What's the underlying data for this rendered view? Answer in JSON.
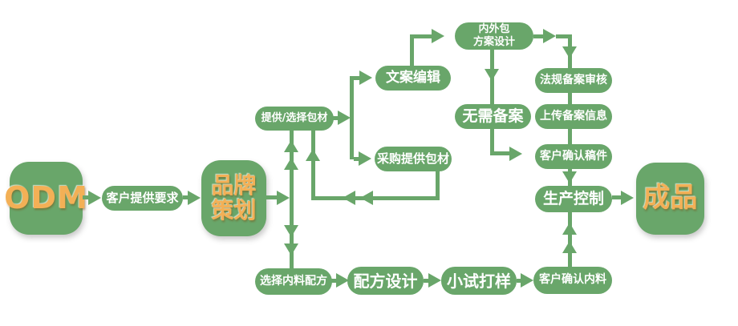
{
  "diagram": {
    "title_semantic": "ODM production process flowchart",
    "nodes": {
      "odm": "ODM",
      "customer_requirements": "客户提供要求",
      "brand_planning": {
        "line1": "品牌",
        "line2": "策划"
      },
      "provide_select_packaging": "提供/选择包材",
      "copywriting_editing": "文案编辑",
      "packaging_solution_design": {
        "line1": "内外包",
        "line2": "方案设计"
      },
      "purchase_packaging": "采购提供包材",
      "no_filing_needed": "无需备案",
      "regulation_filing_review": "法规备案审核",
      "upload_filing_info": "上传备案信息",
      "customer_confirm_draft": "客户确认稿件",
      "production_control": "生产控制",
      "finished_product": "成品",
      "select_material_formula": "选择内料配方",
      "formula_design": "配方设计",
      "trial_sampling": "小试打样",
      "customer_confirm_material": "客户确认内料"
    },
    "colors": {
      "green": "#69a66a",
      "gold": "#f3b056",
      "node_text": "#ffffff",
      "background": "#ffffff"
    }
  }
}
